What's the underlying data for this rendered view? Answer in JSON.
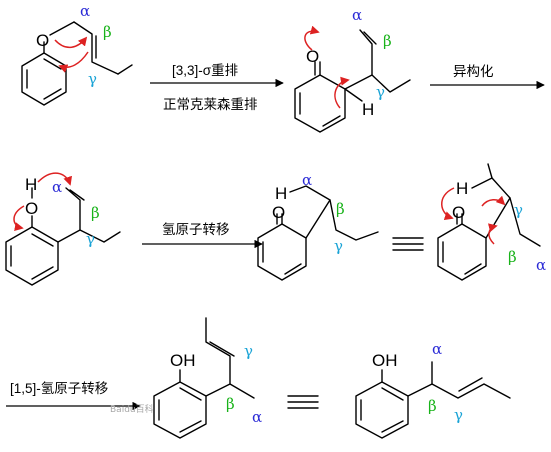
{
  "colors": {
    "alpha": "#2b2bd6",
    "beta": "#19b31a",
    "gamma": "#19a3d6",
    "curly_arrow": "#dd2222"
  },
  "labels": {
    "alpha": "α",
    "beta": "β",
    "gamma": "γ",
    "O": "O",
    "H": "H",
    "OH": "OH"
  },
  "conditions": {
    "step1": "[3,3]-σ重排",
    "step1_sub": "正常克莱森重排",
    "step2": "异构化",
    "step3": "氢原子转移",
    "step4": "[1,5]-氢原子转移"
  },
  "watermark": "Baidu百科"
}
